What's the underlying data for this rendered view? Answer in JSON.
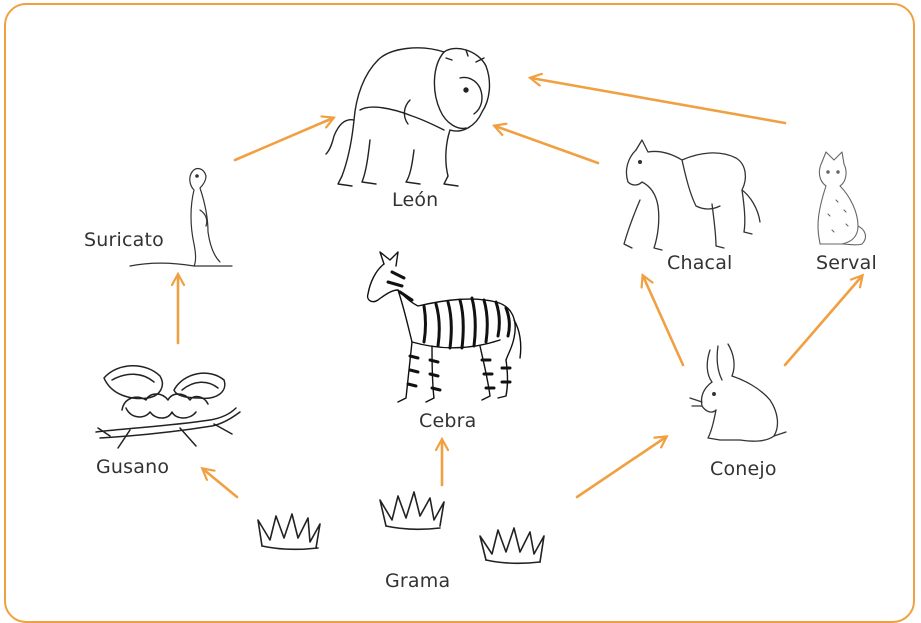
{
  "diagram": {
    "accent_color": "#f0a040",
    "nodes": {
      "leon": {
        "label": "León",
        "icon": "lion-icon"
      },
      "suricato": {
        "label": "Suricato",
        "icon": "meerkat-icon"
      },
      "gusano": {
        "label": "Gusano",
        "icon": "caterpillar-icon"
      },
      "cebra": {
        "label": "Cebra",
        "icon": "zebra-icon"
      },
      "chacal": {
        "label": "Chacal",
        "icon": "jackal-icon"
      },
      "serval": {
        "label": "Serval",
        "icon": "serval-icon"
      },
      "conejo": {
        "label": "Conejo",
        "icon": "rabbit-icon"
      },
      "grama": {
        "label": "Grama",
        "icon": "grass-icon"
      }
    },
    "edges": [
      {
        "from": "grama",
        "to": "gusano"
      },
      {
        "from": "grama",
        "to": "cebra"
      },
      {
        "from": "grama",
        "to": "conejo"
      },
      {
        "from": "gusano",
        "to": "suricato"
      },
      {
        "from": "suricato",
        "to": "leon"
      },
      {
        "from": "chacal",
        "to": "leon"
      },
      {
        "from": "serval",
        "to": "leon"
      },
      {
        "from": "conejo",
        "to": "chacal"
      },
      {
        "from": "conejo",
        "to": "serval"
      }
    ]
  }
}
